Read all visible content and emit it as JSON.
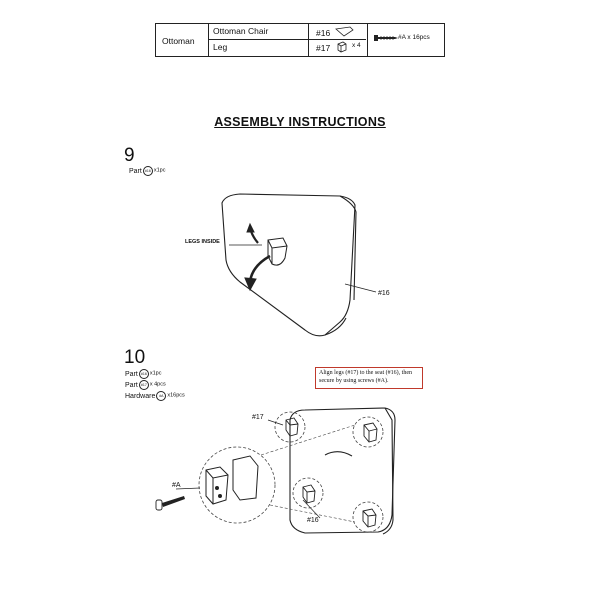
{
  "parts_table": {
    "group": "Ottoman",
    "rows": [
      {
        "name": "Ottoman Chair",
        "part_no": "#16",
        "qty": ""
      },
      {
        "name": "Leg",
        "part_no": "#17",
        "qty": "x 4"
      }
    ],
    "hardware": {
      "label": "#A x 16pcs",
      "icon": "screw-icon"
    }
  },
  "title": "ASSEMBLY  INSTRUCTIONS",
  "step9": {
    "number": "9",
    "parts": [
      {
        "label": "Part",
        "tag": "#16",
        "qty": "x1pc"
      }
    ],
    "callouts": {
      "legs_inside": "LEGS INSIDE",
      "seat": "#16"
    }
  },
  "step10": {
    "number": "10",
    "parts": [
      {
        "label": "Part",
        "tag": "#16",
        "qty": "x1pc"
      },
      {
        "label": "Part",
        "tag": "#17",
        "qty": "x 4pcs"
      },
      {
        "label": "Hardware",
        "tag": "#A",
        "qty": "x16pcs"
      }
    ],
    "note": "Align legs (#17) to the seat (#16), then secure by using screws (#A).",
    "callouts": {
      "leg": "#17",
      "screw": "#A",
      "seat": "#16"
    }
  }
}
